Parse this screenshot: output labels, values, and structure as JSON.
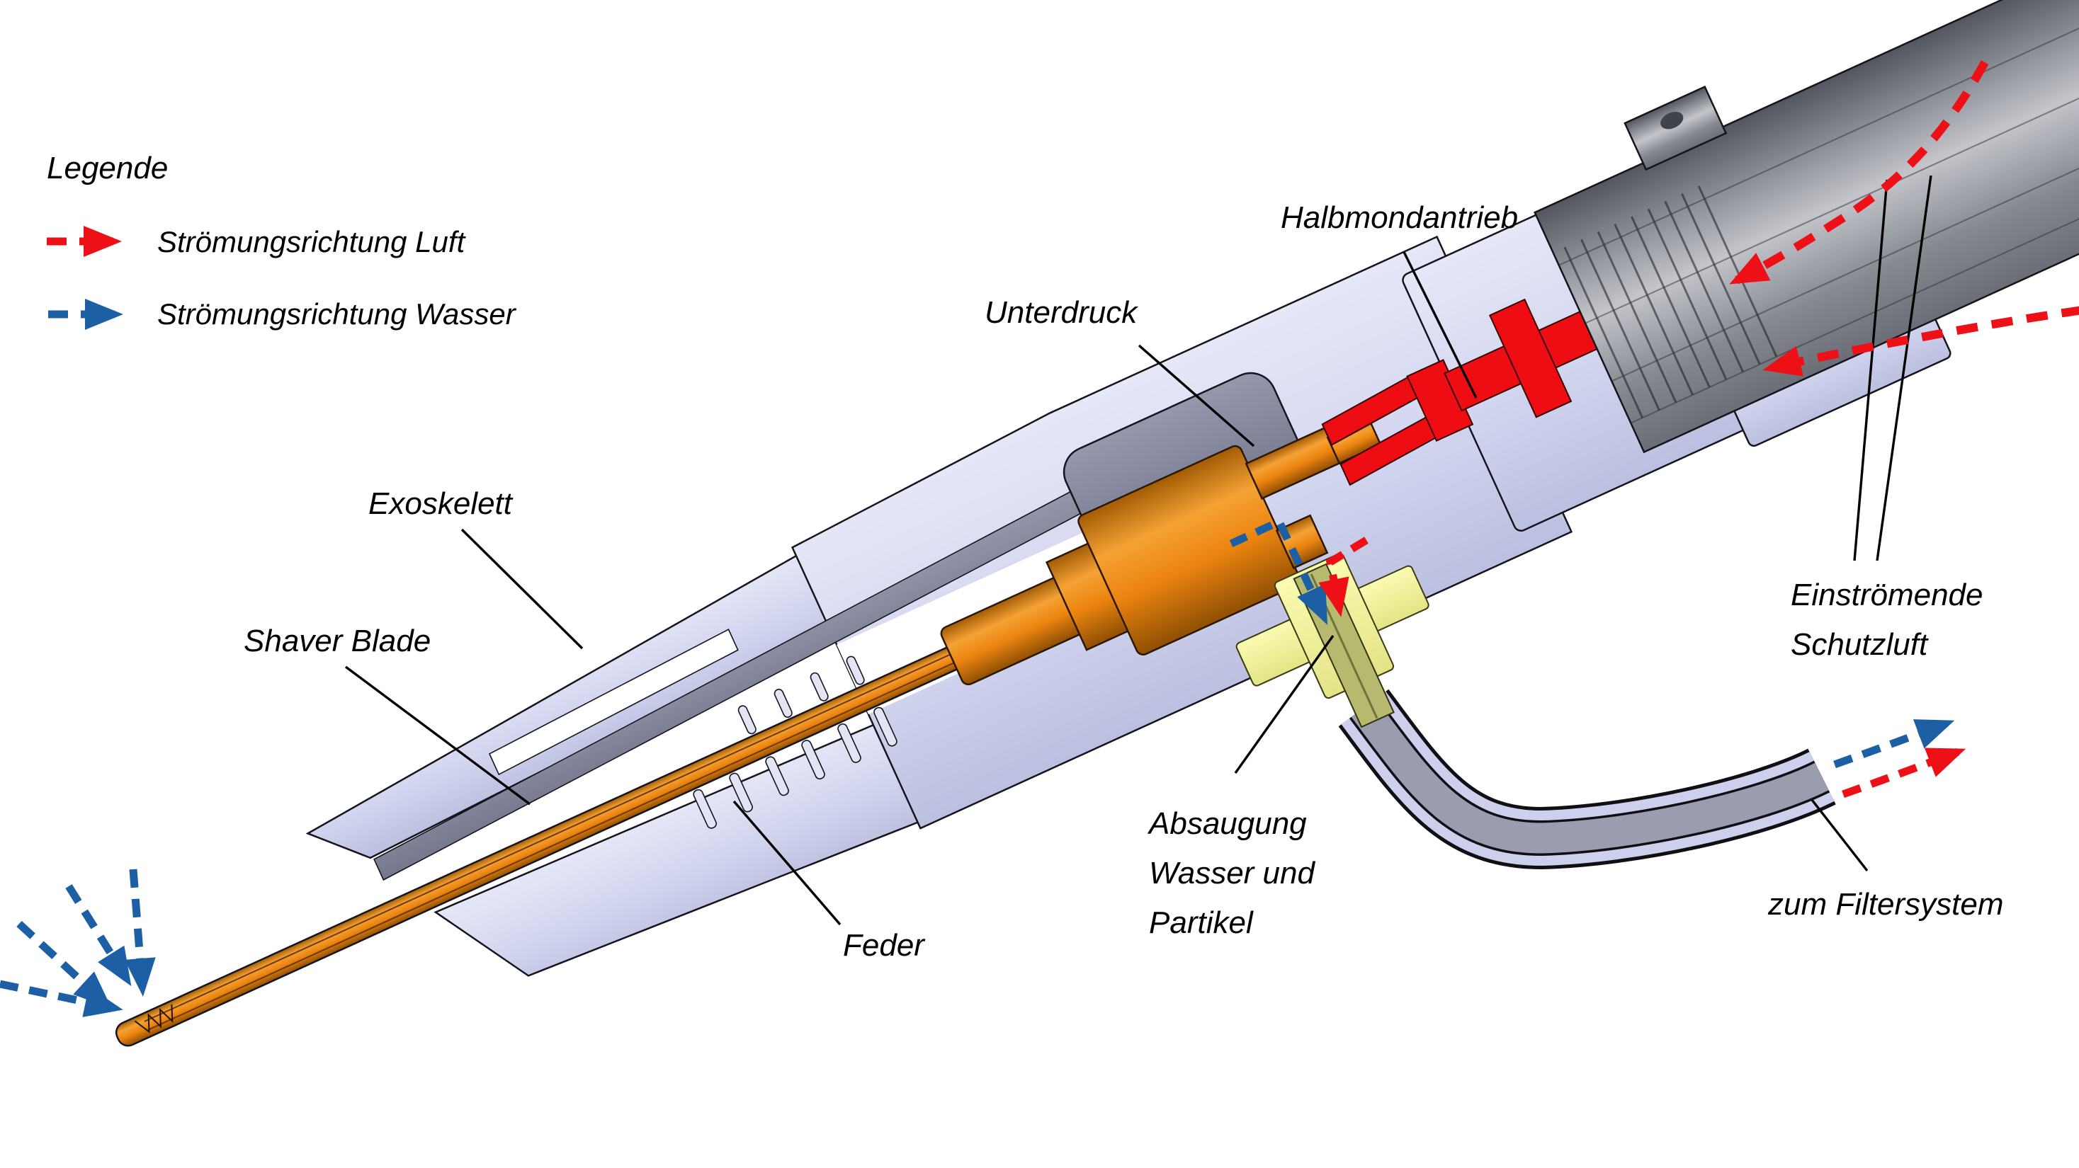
{
  "diagram": {
    "type": "technical-cutaway",
    "subject": "Shaver handpiece cross-section with air and water flow paths"
  },
  "legend": {
    "title": "Legende",
    "items": [
      {
        "id": "air",
        "label": "Strömungsrichtung Luft",
        "color": "#ed1016",
        "style": "dashed-arrow"
      },
      {
        "id": "water",
        "label": "Strömungsrichtung Wasser",
        "color": "#1c5fa5",
        "style": "dashed-arrow"
      }
    ]
  },
  "labels": {
    "halbmondantrieb": "Halbmondantrieb",
    "unterdruck": "Unterdruck",
    "exoskelett": "Exoskelett",
    "shaver_blade": "Shaver Blade",
    "feder": "Feder",
    "absaugung": {
      "line1": "Absaugung",
      "line2": "Wasser und",
      "line3": "Partikel"
    },
    "einstroemende": {
      "line1": "Einströmende",
      "line2": "Schutzluft"
    },
    "zum_filtersystem": "zum Filtersystem"
  },
  "colors": {
    "air": "#ed1016",
    "water": "#1c5fa5",
    "housing": "#d2d5ef",
    "inner_gray": "#868aa0",
    "blade_orange": "#ee8a16",
    "drive_red": "#ee0d12",
    "suction_yellow": "#f6f69d",
    "suction_tube_olive": "#b6b96e",
    "connector_metal": "#8d9098",
    "background": "#ffffff"
  }
}
